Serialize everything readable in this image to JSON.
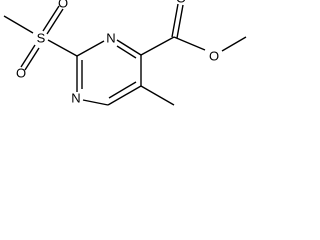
{
  "structure": {
    "atoms": {
      "sulfur": "S",
      "sulfonyl_oxygen_top": "O",
      "sulfonyl_oxygen_bottom": "O",
      "ring_nitrogen_top": "N",
      "ring_nitrogen_bottom": "N",
      "carbonyl_oxygen": "O",
      "ester_oxygen": "O"
    }
  }
}
